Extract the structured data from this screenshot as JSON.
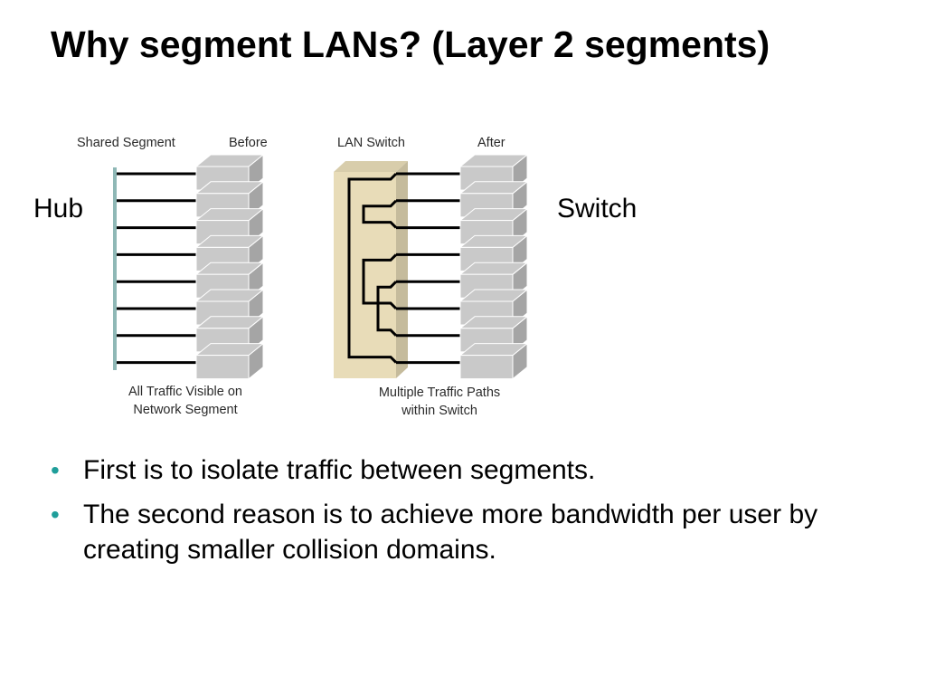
{
  "slide": {
    "title": "Why segment LANs? (Layer 2 segments)"
  },
  "labels": {
    "hub": "Hub",
    "switch": "Switch"
  },
  "diagram": {
    "shared_segment": "Shared Segment",
    "before": "Before",
    "lan_switch": "LAN Switch",
    "after": "After",
    "hub_caption": [
      "All Traffic Visible on",
      "Network Segment"
    ],
    "switch_caption": [
      "Multiple Traffic Paths",
      "within Switch"
    ],
    "host_count": 8
  },
  "bullets": [
    {
      "text": "First is to isolate traffic between segments."
    },
    {
      "text": "The second reason is to achieve more bandwidth per user by creating smaller collision domains."
    }
  ],
  "colors": {
    "switch_body": "#e8dcb8",
    "host_box": "#c9c9c9",
    "shared_bus": "#8fb8b6",
    "bullet": "#1f9e9a"
  }
}
